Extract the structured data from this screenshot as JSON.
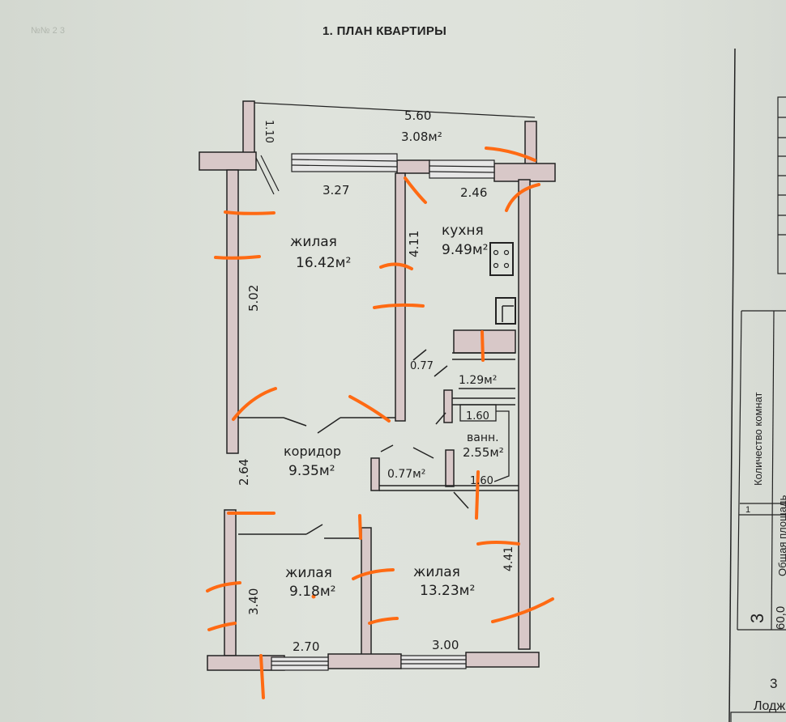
{
  "document": {
    "title": "1. ПЛАН КВАРТИРЫ",
    "faint_header": "№№ 2 3"
  },
  "plan": {
    "balcony": {
      "width": "5.60",
      "area": "3.08м²",
      "depth": "1.10"
    },
    "rooms": [
      {
        "id": "living-1",
        "name": "жилая",
        "area": "16.42м²",
        "width": "3.27",
        "length": "5.02"
      },
      {
        "id": "kitchen",
        "name": "кухня",
        "area": "9.49м²",
        "width": "2.46",
        "length": "4.11"
      },
      {
        "id": "closet-1",
        "name": "",
        "area": "0.77",
        "width": "",
        "length": ""
      },
      {
        "id": "toilet",
        "name": "",
        "area": "1.29м²",
        "width": "",
        "length": ""
      },
      {
        "id": "bath",
        "name": "ванн.",
        "area": "2.55м²",
        "width": "1.60",
        "length": "1.60"
      },
      {
        "id": "corridor",
        "name": "коридор",
        "area": "9.35м²",
        "width": "",
        "length": "2.64"
      },
      {
        "id": "closet-2",
        "name": "",
        "area": "0.77м²",
        "width": "",
        "length": ""
      },
      {
        "id": "living-2",
        "name": "жилая",
        "area": "9.18м²",
        "width": "2.70",
        "length": "3.40"
      },
      {
        "id": "living-3",
        "name": "жилая",
        "area": "13.23м²",
        "width": "3.00",
        "length": "4.41"
      }
    ]
  },
  "side_table": {
    "col1_header": "Количество комнат",
    "col2_header": "Общая площадь",
    "col_number": "1",
    "rooms_count": "3",
    "row_value": "60,0",
    "section_number": "3",
    "loggia_label": "Лодж"
  },
  "colors": {
    "wall_fill": "#d8c8c8",
    "annotation": "#ff6a13",
    "ink": "#1e1e1e"
  }
}
